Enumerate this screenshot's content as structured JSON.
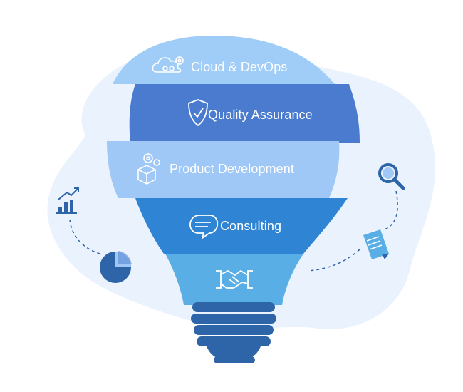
{
  "diagram": {
    "layers": [
      {
        "label": "Cloud & DevOps",
        "icon": "cloud-gear-icon",
        "color": "#9fcdf7"
      },
      {
        "label": "Quality Assurance",
        "icon": "shield-check-icon",
        "color": "#4a7bcf"
      },
      {
        "label": "Product Development",
        "icon": "box-gears-icon",
        "color": "#9fc8f7"
      },
      {
        "label": "Consulting",
        "icon": "chat-bubble-icon",
        "color": "#2f85d3"
      },
      {
        "label": "",
        "icon": "handshake-icon",
        "color": "#5aaee6"
      }
    ],
    "base_color": "#2e64a8",
    "decor_icons": [
      "growth-chart-icon",
      "pie-chart-icon",
      "magnifier-icon",
      "document-icon"
    ]
  }
}
